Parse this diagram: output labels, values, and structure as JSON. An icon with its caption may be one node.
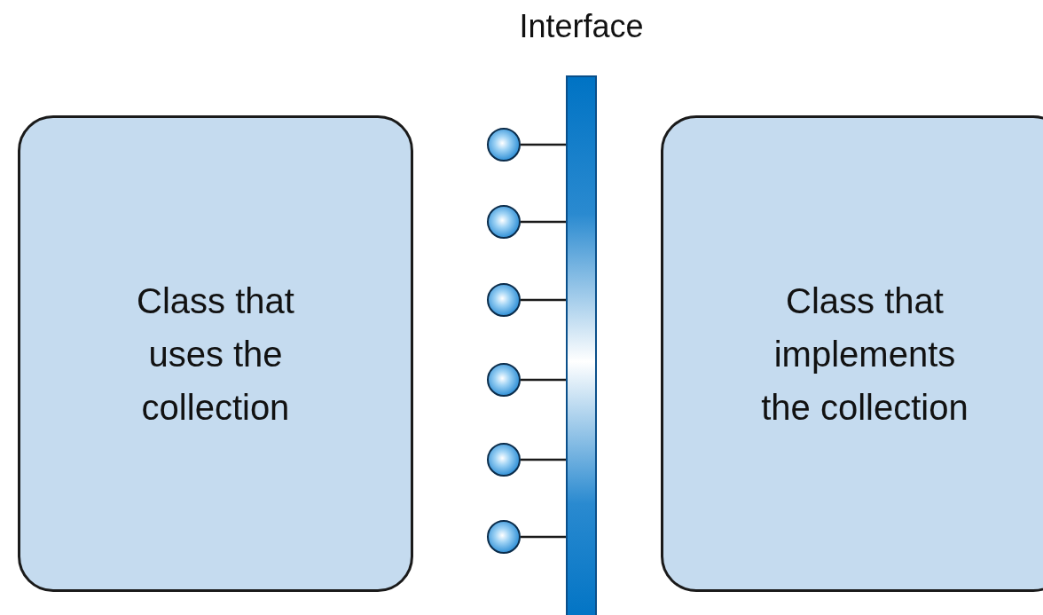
{
  "diagram": {
    "nodes": [
      {
        "text": [
          "Class that uses the collection"
        ]
      },
      {
        "text": [
          "Interface"
        ]
      },
      {
        "text": [],
        "shape": "circle"
      },
      {
        "text": [],
        "shape": "circle"
      },
      {
        "text": [],
        "shape": "circle"
      },
      {
        "text": [],
        "shape": "circle"
      },
      {
        "text": [],
        "shape": "circle"
      },
      {
        "text": [],
        "shape": "circle"
      },
      {
        "text": [
          "Class that implements the collection"
        ]
      }
    ],
    "edges": [
      {
        "from": 2,
        "to": 1,
        "arrow": "none"
      },
      {
        "from": 3,
        "to": 1,
        "arrow": "none"
      },
      {
        "from": 4,
        "to": 1,
        "arrow": "none"
      },
      {
        "from": 5,
        "to": 1,
        "arrow": "none"
      },
      {
        "from": 6,
        "to": 1,
        "arrow": "none"
      },
      {
        "from": 7,
        "to": 1,
        "arrow": "none"
      }
    ]
  }
}
